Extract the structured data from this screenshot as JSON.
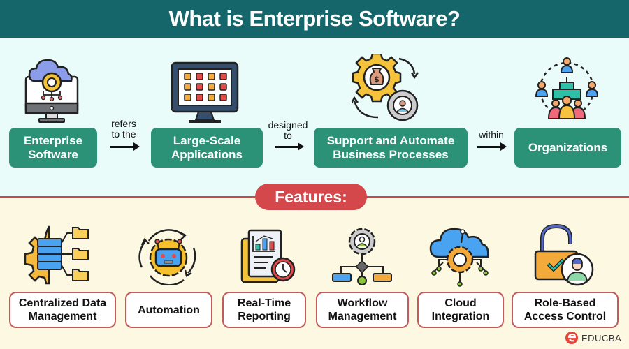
{
  "header": {
    "title": "What is Enterprise Software?"
  },
  "definition_flow": {
    "nodes": [
      {
        "label": "Enterprise Software",
        "icon": "cloud-gear-monitor-icon"
      },
      {
        "label": "Large-Scale Applications",
        "icon": "app-grid-monitor-icon"
      },
      {
        "label": "Support and Automate Business Processes",
        "icon": "gears-cycle-icon"
      },
      {
        "label": "Organizations",
        "icon": "org-people-icon"
      }
    ],
    "connectors": [
      {
        "label": "refers to the"
      },
      {
        "label": "designed to"
      },
      {
        "label": "within"
      }
    ]
  },
  "features": {
    "title": "Features:",
    "items": [
      {
        "label": "Centralized Data Management",
        "icon": "server-folders-icon"
      },
      {
        "label": "Automation",
        "icon": "robot-gear-icon"
      },
      {
        "label": "Real-Time Reporting",
        "icon": "report-clock-icon"
      },
      {
        "label": "Workflow Management",
        "icon": "workflow-gear-icon"
      },
      {
        "label": "Cloud Integration",
        "icon": "cloud-gear-icon"
      },
      {
        "label": "Role-Based Access Control",
        "icon": "lock-user-icon"
      }
    ]
  },
  "brand": {
    "name": "EDUCBA"
  },
  "colors": {
    "header_bg": "#14666b",
    "top_bg": "#eafcf9",
    "bottom_bg": "#fdf8e1",
    "green_box": "#2b9278",
    "accent_red": "#d4474a",
    "feature_border": "#c55a5a"
  }
}
